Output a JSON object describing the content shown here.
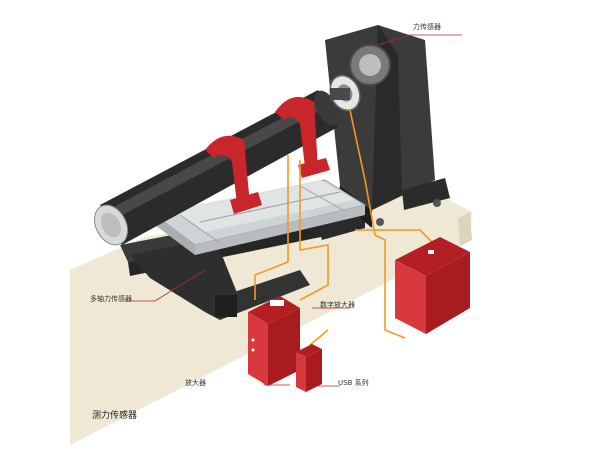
{
  "labels": {
    "force_sensor": "力传感器",
    "multi_axis_sensor": "多轴力传感器",
    "digital_amplifier": "数字放大器",
    "amplifier": "放大器",
    "usb_series": "USB 系列"
  },
  "caption": "测力传感器",
  "colors": {
    "accent_red": "#c8262a",
    "wire_orange": "#f39a1e",
    "frame_dark": "#3a3a3a",
    "table_beige": "#efe8d4",
    "leader_line": "#b52a2a"
  }
}
